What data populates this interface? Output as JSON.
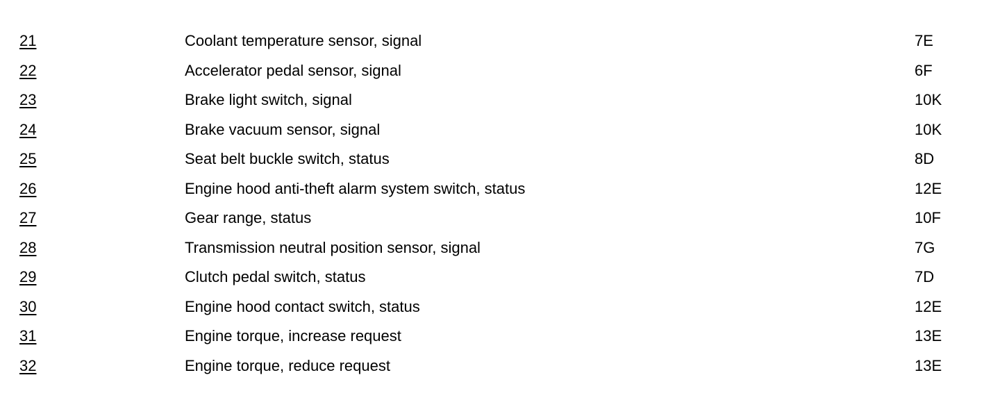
{
  "legend": {
    "rows": [
      {
        "number": "21",
        "description": "Coolant temperature sensor, signal",
        "grid": "7E"
      },
      {
        "number": "22",
        "description": "Accelerator pedal sensor, signal",
        "grid": "6F"
      },
      {
        "number": "23",
        "description": "Brake light switch, signal",
        "grid": "10K"
      },
      {
        "number": "24",
        "description": "Brake vacuum sensor, signal",
        "grid": "10K"
      },
      {
        "number": "25",
        "description": "Seat belt buckle switch, status",
        "grid": "8D"
      },
      {
        "number": "26",
        "description": "Engine hood anti-theft alarm system switch, status",
        "grid": "12E"
      },
      {
        "number": "27",
        "description": "Gear range, status",
        "grid": "10F"
      },
      {
        "number": "28",
        "description": "Transmission neutral position sensor, signal",
        "grid": "7G"
      },
      {
        "number": "29",
        "description": "Clutch pedal switch, status",
        "grid": "7D"
      },
      {
        "number": "30",
        "description": "Engine hood contact switch, status",
        "grid": "12E"
      },
      {
        "number": "31",
        "description": "Engine torque, increase request",
        "grid": "13E"
      },
      {
        "number": "32",
        "description": "Engine torque, reduce request",
        "grid": "13E"
      }
    ]
  }
}
